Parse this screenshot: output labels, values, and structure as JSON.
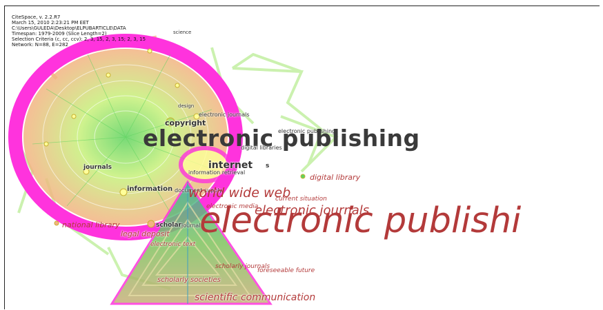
{
  "info": {
    "line1": "CiteSpace, v. 2.2.R7",
    "line2": "March 15, 2010 2:23:21 PM EET",
    "line3": "C:\\Users\\GULEDA\\Desktop\\ELPUBARTICLE\\DATA",
    "line4": "Timespan: 1979-2009 (Slice Length=2)",
    "line5": "Selection Criteria (c, cc, ccv): 2, 3, 15, 2, 3, 15; 2, 3, 15",
    "line6": "Network: N=88, E=282"
  },
  "labels": {
    "science": "science",
    "design": "design",
    "electronic_journals_small": "electronic journals",
    "copyright": "copyright",
    "electronic_publishing_main": "electronic publishing",
    "electronic_publishing_small": "electronic publishing",
    "digital_libraries": "digital libraries",
    "journals": "journals",
    "internet": "internet",
    "internets_tail": "s",
    "information_retrieval": "information retrieval",
    "information": "information",
    "document_supply": "document supply",
    "digital_library": "digital library",
    "world_wide_web": "world wide web",
    "current_situation": "current situation",
    "electronic_media": "electronic media",
    "electronic_journals_red": "electronic journals",
    "national_library": "national library",
    "scholarly": "scholar",
    "journal": "journal",
    "electronic_publishing_big": "electronic publishi",
    "legal_deposit": "legal deposit",
    "electronic_text": "electronic text",
    "scholarly_journals": "scholarly journals",
    "foreseeable_future": "foreseeable future",
    "scholarly_societies": "scholarly societies",
    "scientific_communication": "scientific communication"
  },
  "colors": {
    "magenta": "#ff33dd",
    "lime": "#c8ff60",
    "green": "#5fd35f",
    "orange": "#f3b383",
    "label_red": "#b33a3a",
    "label_dark": "#333333"
  }
}
